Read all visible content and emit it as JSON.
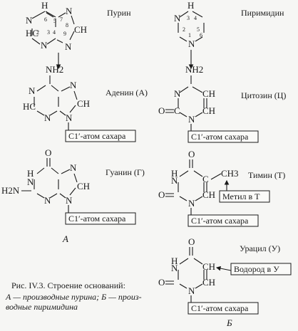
{
  "labels": {
    "purine": "Пурин",
    "pyrimidine": "Пиримидин",
    "adenine": "Аденин (А)",
    "guanine": "Гуанин (Г)",
    "cytosine": "Цитозин (Ц)",
    "thymine": "Тимин (Т)",
    "uracil": "Урацил (У)",
    "sugar_box": "C1′-атом сахара",
    "methyl_box": "Метил в Т",
    "hydrogen_box": "Водород в У",
    "panel_a": "А",
    "panel_b": "Б"
  },
  "atoms": {
    "N": "N",
    "C": "C",
    "H": "H",
    "O": "O",
    "NH2": "NH2",
    "CH3": "CH3",
    "H2N": "H2N"
  },
  "caption": {
    "line1": "Рис. IV.3. Строение оснований:",
    "line2": "А — производные пурина; Б — произ-",
    "line3": "водные пиримидина"
  }
}
